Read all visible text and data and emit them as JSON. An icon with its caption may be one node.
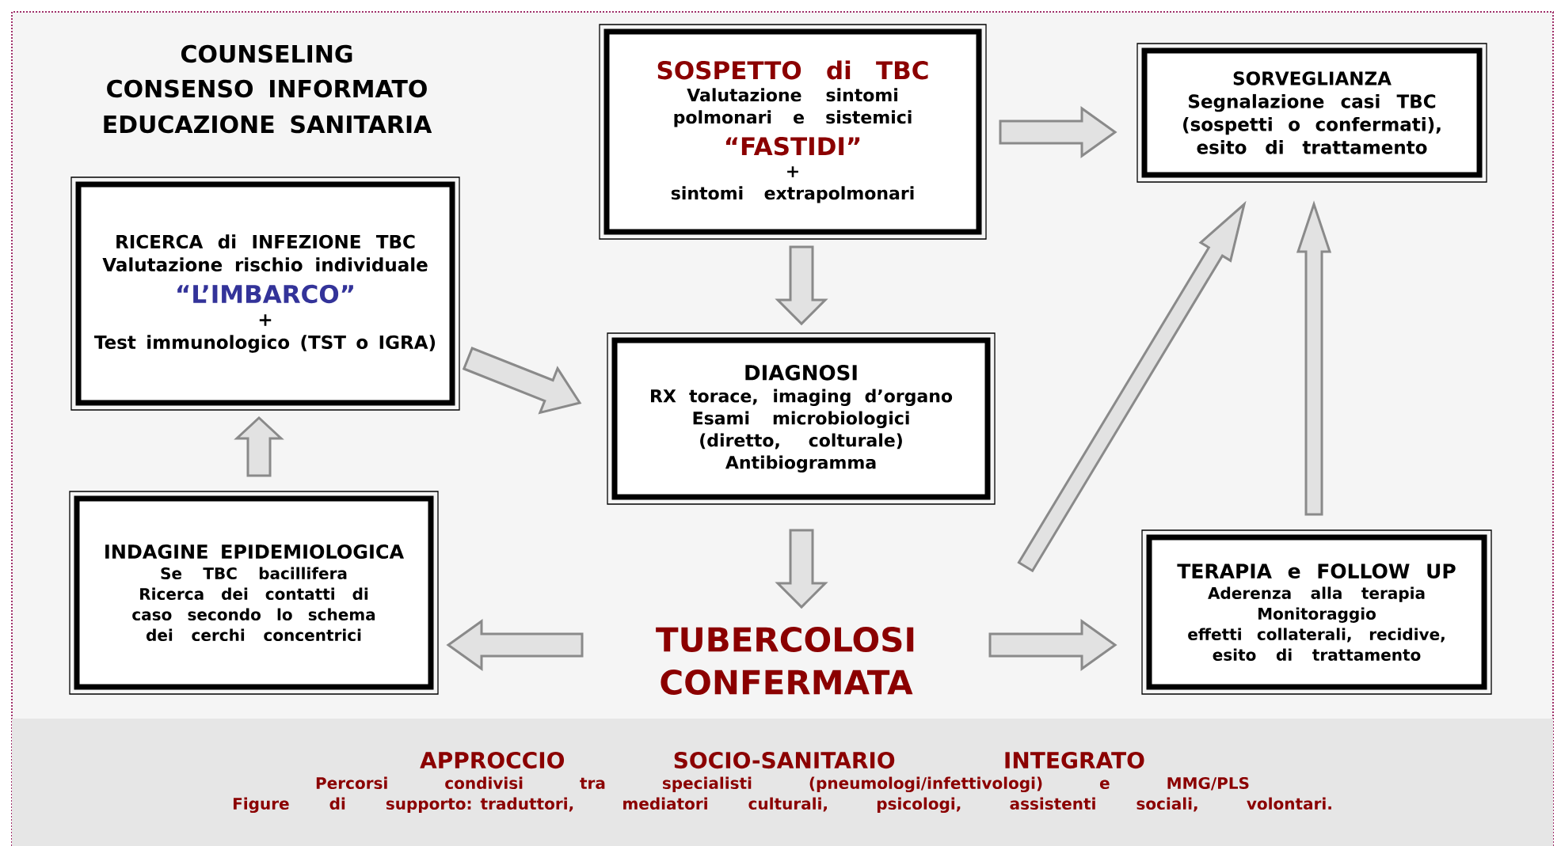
{
  "diagram": {
    "nodes": [
      {
        "text": [
          "SOSPETTO di TBC",
          "Valutazione sintomi polmonari e sistemici",
          "“FASTIDI”",
          "+",
          "sintomi extrapolmonari"
        ]
      },
      {
        "text": [
          "SORVEGLIANZA",
          "Segnalazione casi TBC (sospetti o confermati), esito di trattamento"
        ]
      },
      {
        "text": [
          "RICERCA di INFEZIONE TBC",
          "Valutazione rischio individuale",
          "“L’IMBARCO”",
          "+",
          "Test immunologico (TST o IGRA)"
        ]
      },
      {
        "text": [
          "DIAGNOSI",
          "RX torace, imaging d’organo",
          "Esami microbiologici (diretto, colturale)",
          "Antibiogramma"
        ]
      },
      {
        "text": [
          "INDAGINE EPIDEMIOLOGICA",
          "Se TBC bacillifera",
          "Ricerca dei contatti di caso secondo lo schema dei cerchi concentrici"
        ]
      },
      {
        "text": [
          "TUBERCOLOSI CONFERMATA"
        ]
      },
      {
        "text": [
          "TERAPIA e FOLLOW UP",
          "Aderenza alla terapia",
          "Monitoraggio",
          "effetti collaterali, recidive, esito di trattamento"
        ]
      },
      {
        "text": [
          "APPROCCIO SOCIO-SANITARIO INTEGRATO",
          "Percorsi condivisi tra specialisti (pneumologi/infettivologi) e MMG/PLS",
          "Figure di supporto: traduttori, mediatori culturali, psicologi, assistenti sociali, volontari."
        ]
      }
    ],
    "edges": [
      {
        "from": 0,
        "to": 1,
        "arrow": "to"
      },
      {
        "from": 0,
        "to": 3,
        "arrow": "to"
      },
      {
        "from": 2,
        "to": 3,
        "arrow": "to"
      },
      {
        "from": 4,
        "to": 2,
        "arrow": "to"
      },
      {
        "from": 3,
        "to": 5,
        "arrow": "to"
      },
      {
        "from": 5,
        "to": 4,
        "arrow": "to"
      },
      {
        "from": 5,
        "to": 6,
        "arrow": "to"
      },
      {
        "from": 6,
        "to": 1,
        "arrow": "to"
      },
      {
        "from": 5,
        "to": 1,
        "arrow": "to"
      }
    ],
    "labels": [
      "COUNSELING",
      "CONSENSO INFORMATO",
      "EDUCAZIONE SANITARIA"
    ]
  }
}
